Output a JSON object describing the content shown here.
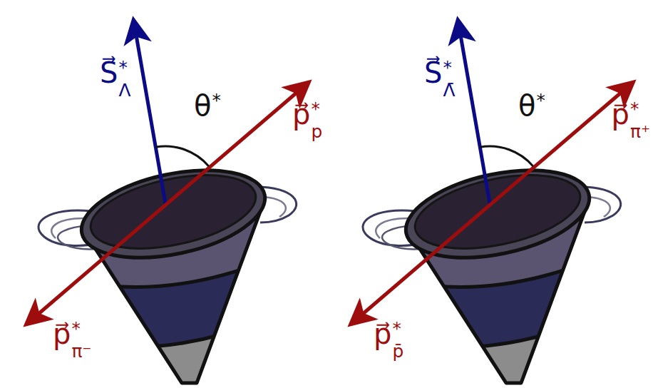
{
  "diagram": {
    "labels": [
      "S⃗*Λ",
      "θ*",
      "p⃗*p",
      "p⃗*π⁻",
      "S⃗*Λ̄",
      "θ*",
      "p⃗*π⁺",
      "p⃗*p̄"
    ]
  }
}
